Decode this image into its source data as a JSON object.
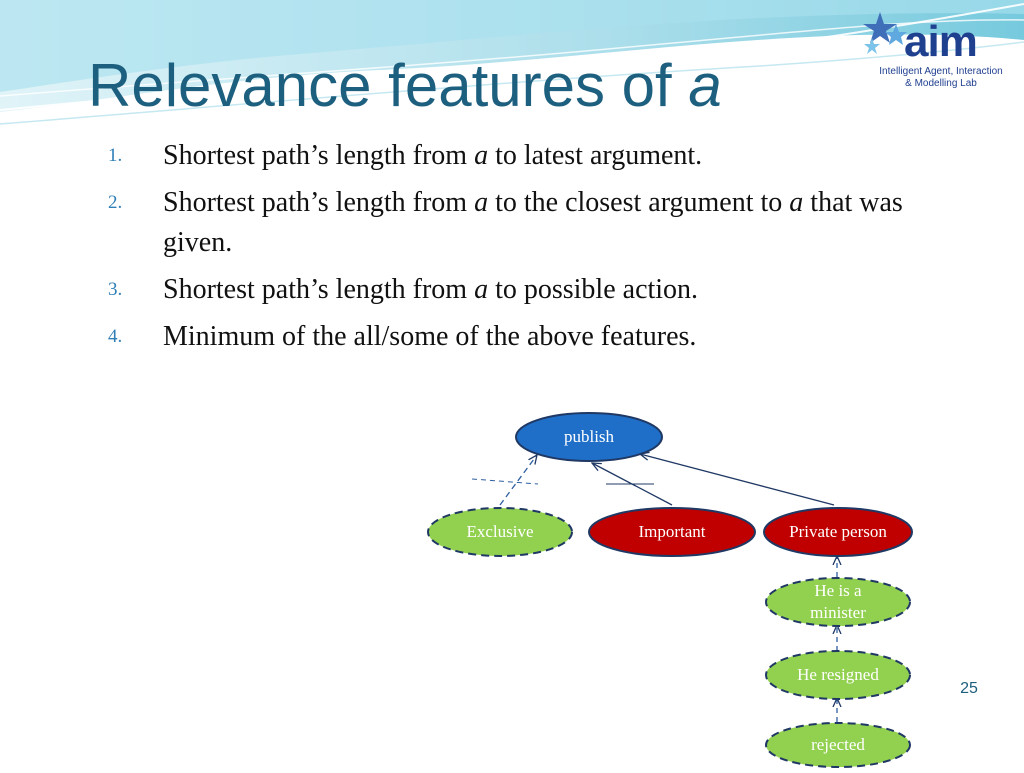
{
  "slide": {
    "title_prefix": "Relevance features of ",
    "title_var": "a",
    "page_number": "25"
  },
  "logo": {
    "word": "aim",
    "subtitle_line1": "Intelligent Agent, Interaction",
    "subtitle_line2": "& Modelling Lab"
  },
  "features": [
    {
      "num": "1.",
      "t1": "Shortest path’s length from ",
      "v1": "a",
      "t2": " to latest argument.",
      "v2": "",
      "t3": ""
    },
    {
      "num": "2.",
      "t1": "Shortest path’s length from ",
      "v1": "a",
      "t2": " to the closest argument to ",
      "v2": "a",
      "t3": " that was given."
    },
    {
      "num": "3.",
      "t1": "Shortest path’s length from ",
      "v1": "a",
      "t2": " to possible action.",
      "v2": "",
      "t3": ""
    },
    {
      "num": "4.",
      "t1": "Minimum of the all/some of the above features.",
      "v1": "",
      "t2": "",
      "v2": "",
      "t3": ""
    }
  ],
  "diagram": {
    "nodes": {
      "publish": "publish",
      "exclusive": "Exclusive",
      "important": "Important",
      "private_person": "Private person",
      "minister": "He is a minister",
      "resigned": "He resigned",
      "rejected": "rejected"
    },
    "colors": {
      "blue_fill": "#1f6fc8",
      "red_fill": "#c00000",
      "green_fill": "#92d050",
      "stroke": "#1f3864",
      "title": "#1d5f7e",
      "number": "#2e7fb8"
    }
  }
}
